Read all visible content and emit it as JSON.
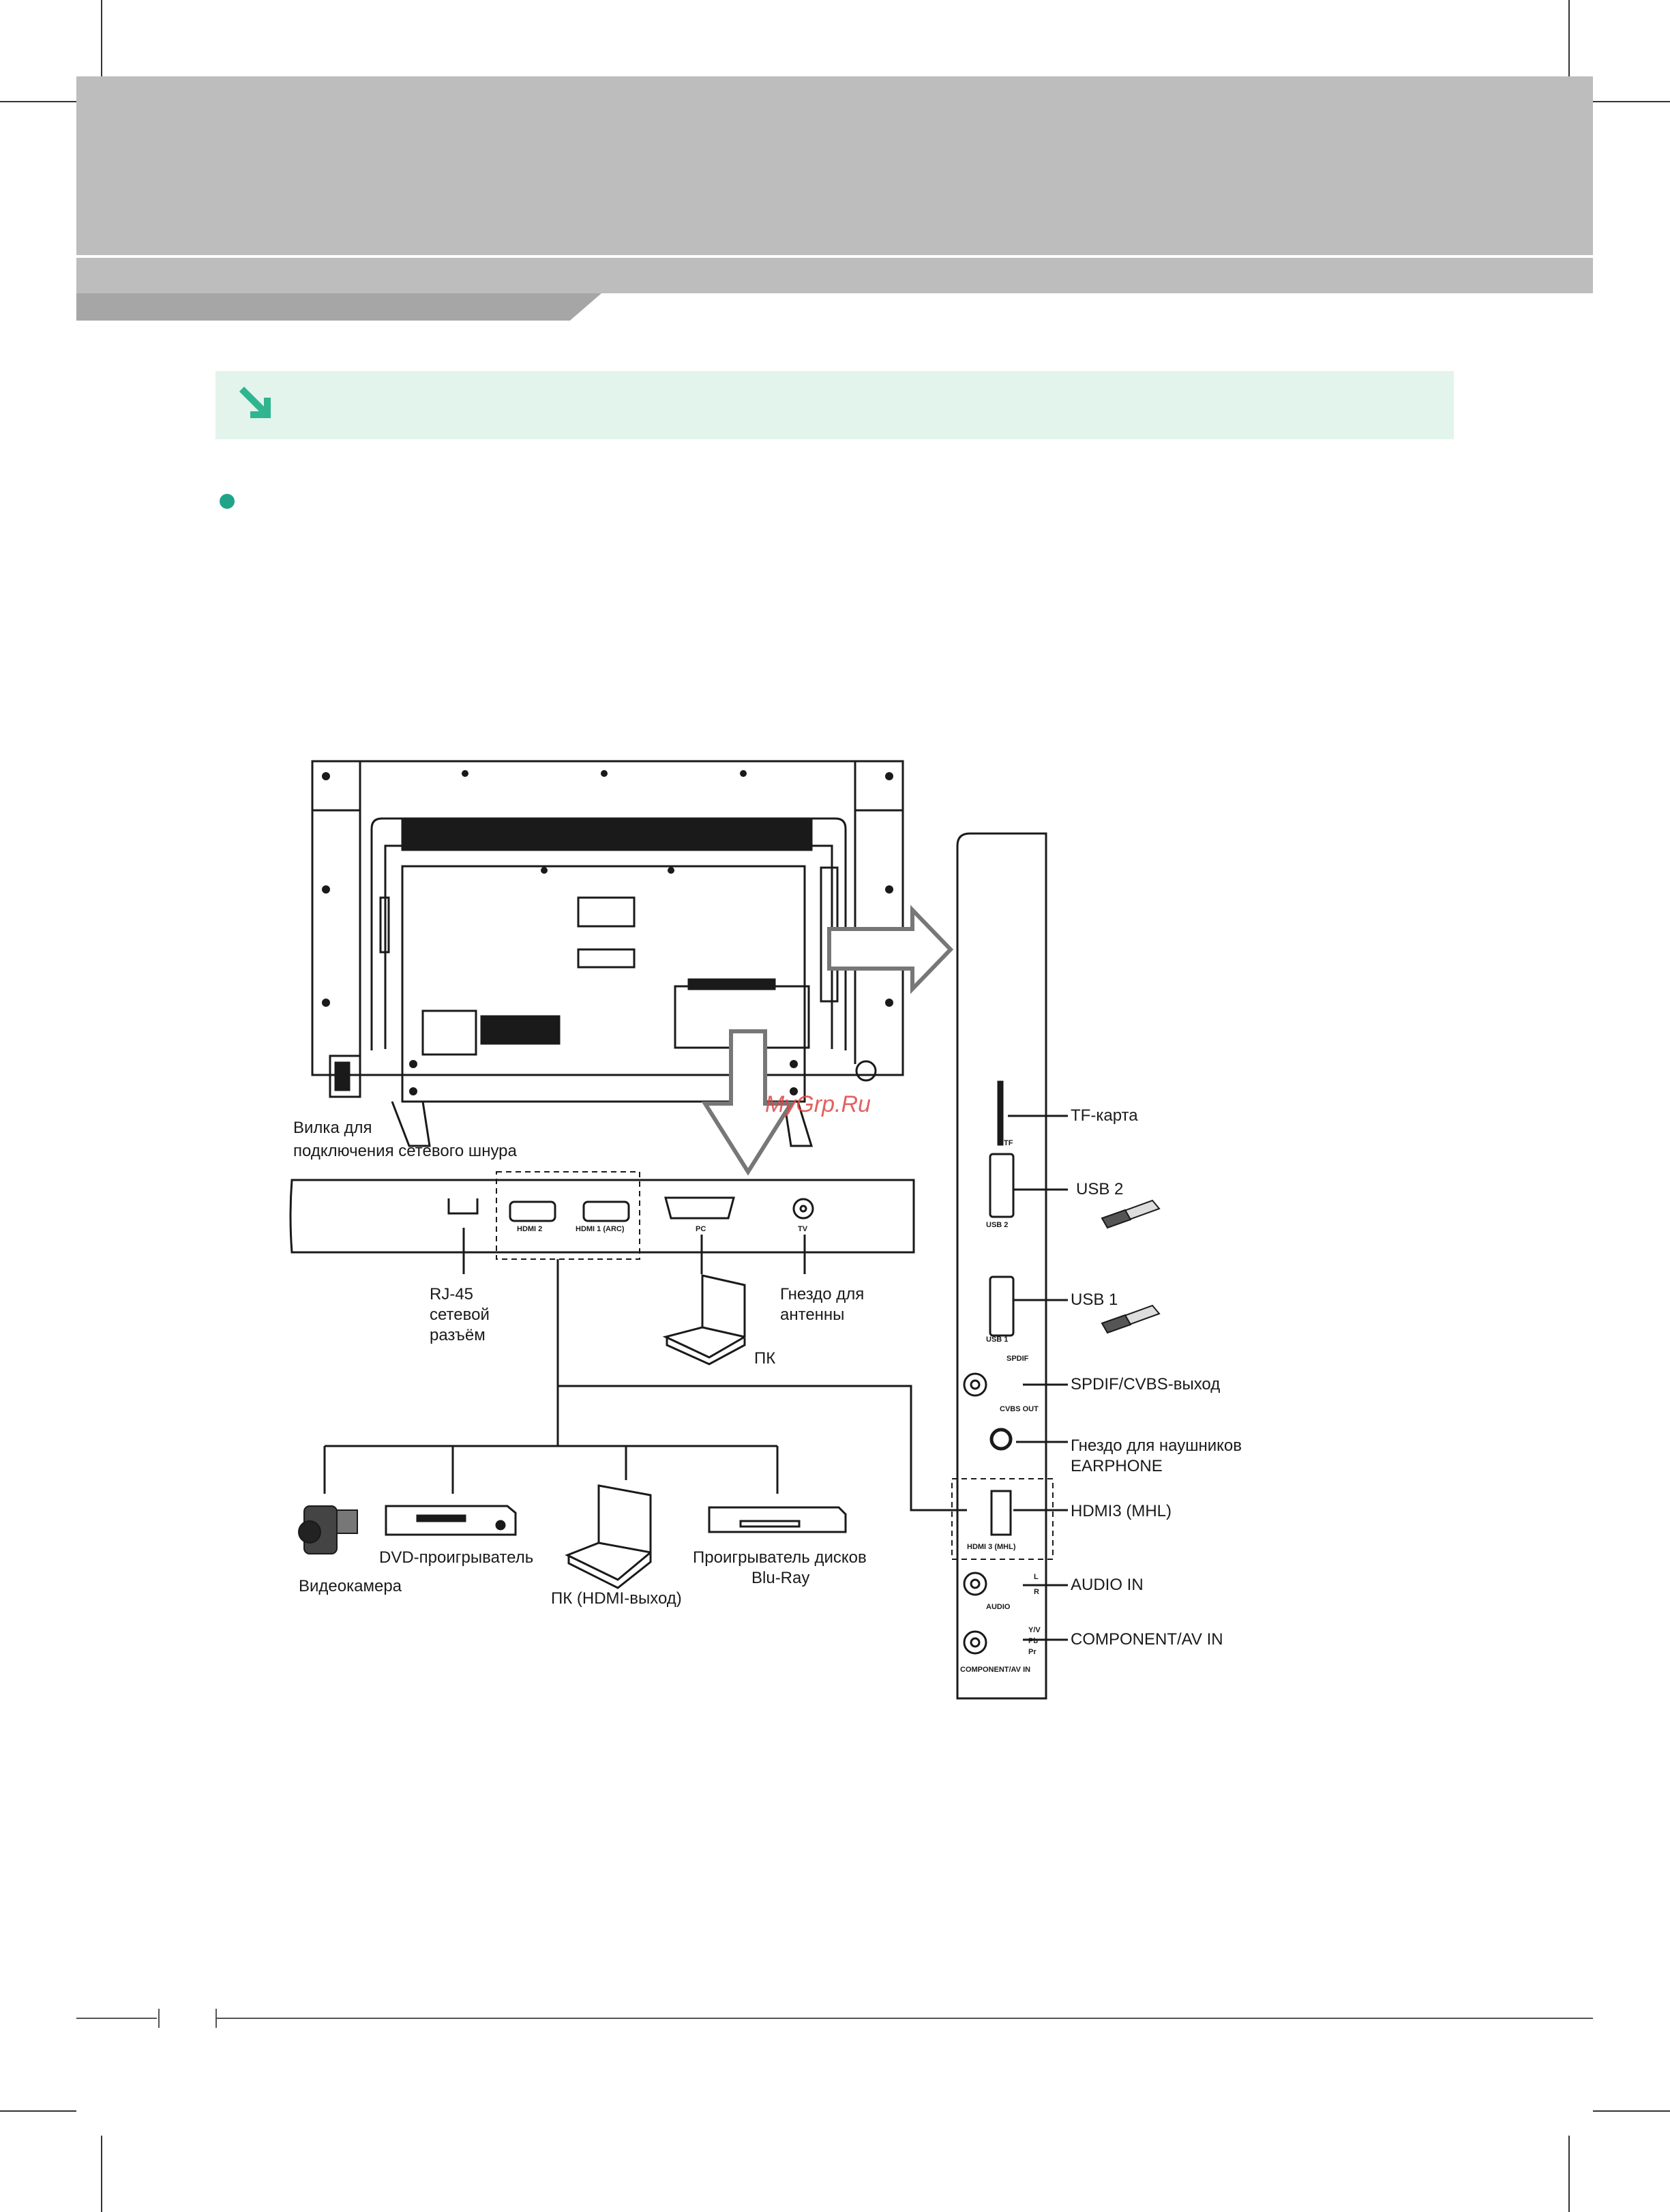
{
  "watermark": "MyGrp.Ru",
  "labels": {
    "power_plug": [
      "Вилка для",
      "подключения сетевого шнура"
    ],
    "rj45": [
      "RJ-45",
      "сетевой",
      "разъём"
    ],
    "antenna": [
      "Гнездо для",
      "антенны"
    ],
    "pc": "ПК",
    "camcorder": "Видеокамера",
    "dvd": "DVD-проигрыватель",
    "pc_hdmi": "ПК (HDMI-выход)",
    "bluray": [
      "Проигрыватель дисков",
      "Blu-Ray"
    ],
    "tf": "TF-карта",
    "usb2": "USB 2",
    "usb1": "USB 1",
    "spdif": "SPDIF/CVBS-выход",
    "earphone": [
      "Гнездо для наушников",
      "EARPHONE"
    ],
    "hdmi3": "HDMI3 (MHL)",
    "audio_in": "AUDIO IN",
    "component": "COMPONENT/AV IN"
  },
  "port_labels": {
    "hdmi2": "HDMI 2",
    "hdmi1": "HDMI 1 (ARC)",
    "pc": "PC",
    "tv": "TV",
    "tf": "TF",
    "usb2": "USB 2",
    "usb1": "USB 1",
    "spdif": "SPDIF",
    "cvbs": "CVBS OUT",
    "hdmi3": "HDMI 3 (MHL)",
    "audio": "AUDIO",
    "audio_l": "L",
    "audio_r": "R",
    "comp": "COMPONENT/AV IN",
    "comp_y": "Y/V",
    "comp_pb": "Pb",
    "comp_pr": "Pr"
  }
}
